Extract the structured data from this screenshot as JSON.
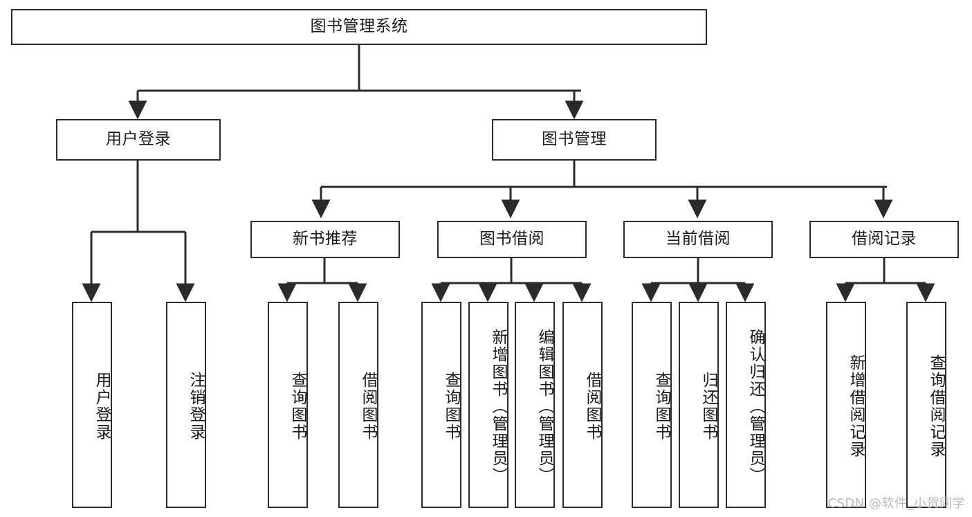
{
  "diagram": {
    "type": "tree",
    "title": "图书管理系统",
    "orientation": "top-down",
    "colors": {
      "background": "#ffffff",
      "box_border": "#2b2b2b",
      "box_fill": "#ffffff",
      "text": "#1a1a1a",
      "connector": "#2b2b2b",
      "watermark": "#b9b9b9"
    },
    "root": {
      "label": "图书管理系统",
      "text_orientation": "horizontal"
    },
    "level2": [
      {
        "label": "用户登录",
        "text_orientation": "horizontal"
      },
      {
        "label": "图书管理",
        "text_orientation": "horizontal"
      }
    ],
    "level3": [
      {
        "label": "新书推荐",
        "text_orientation": "horizontal"
      },
      {
        "label": "图书借阅",
        "text_orientation": "horizontal"
      },
      {
        "label": "当前借阅",
        "text_orientation": "horizontal"
      },
      {
        "label": "借阅记录",
        "text_orientation": "horizontal"
      }
    ],
    "leaves": {
      "user_login": [
        {
          "label": "用户登录",
          "text_orientation": "vertical"
        },
        {
          "label": "注销登录",
          "text_orientation": "vertical"
        }
      ],
      "new_book_recommend": [
        {
          "label": "查询图书",
          "text_orientation": "vertical"
        },
        {
          "label": "借阅图书",
          "text_orientation": "vertical"
        }
      ],
      "book_borrow": [
        {
          "label": "查询图书",
          "text_orientation": "vertical"
        },
        {
          "label": "新增图书（管理员）",
          "text_orientation": "vertical"
        },
        {
          "label": "编辑图书（管理员）",
          "text_orientation": "vertical"
        },
        {
          "label": "借阅图书",
          "text_orientation": "vertical"
        }
      ],
      "current_borrow": [
        {
          "label": "查询图书",
          "text_orientation": "vertical"
        },
        {
          "label": "归还图书",
          "text_orientation": "vertical"
        },
        {
          "label": "确认归还（管理员）",
          "text_orientation": "vertical"
        }
      ],
      "borrow_records": [
        {
          "label": "新增借阅记录",
          "text_orientation": "vertical"
        },
        {
          "label": "查询借阅记录",
          "text_orientation": "vertical"
        }
      ]
    },
    "watermark": "CSDN @软件_小贺同学"
  }
}
